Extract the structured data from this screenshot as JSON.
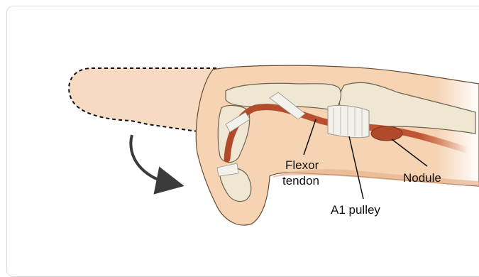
{
  "diagram": {
    "labels": {
      "flexor_tendon_line1": "Flexor",
      "flexor_tendon_line2": "tendon",
      "a1_pulley": "A1 pulley",
      "nodule": "Nodule"
    }
  },
  "colors": {
    "skin": "#f6d3b3",
    "skin_dark": "#e7b48d",
    "bone": "#efe7d2",
    "tendon": "#b04a2a",
    "tendon_light": "#cf6e4a",
    "ligament": "#f3f1ec",
    "arrow": "#3b3b3b"
  }
}
